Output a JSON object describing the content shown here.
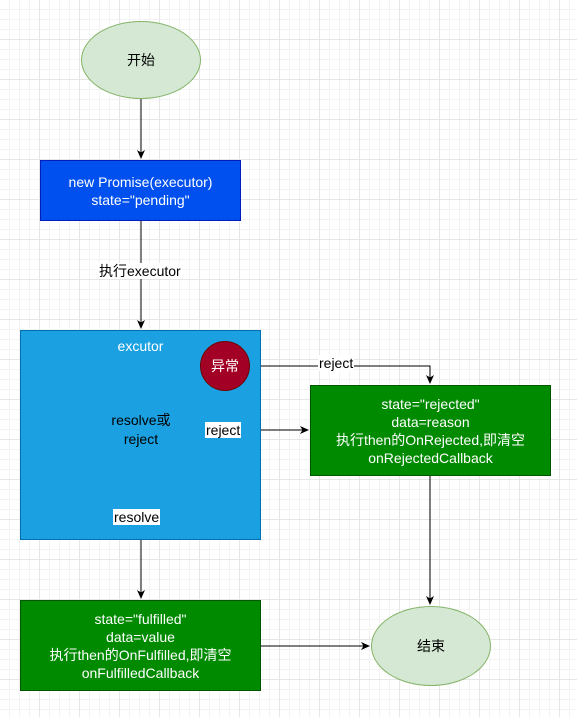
{
  "nodes": {
    "start": "开始",
    "new_promise": {
      "line1": "new Promise(executor)",
      "line2": "state=\"pending\""
    },
    "excutor_container": "excutor",
    "exception": "异常",
    "decision": {
      "line1": "resolve或",
      "line2": "reject"
    },
    "rejected_state": {
      "line1": "state=\"rejected\"",
      "line2": "data=reason",
      "line3": "执行then的OnRejected,即清空",
      "line4": "onRejectedCallback"
    },
    "fulfilled_state": {
      "line1": "state=\"fulfilled\"",
      "line2": "data=value",
      "line3": "执行then的OnFulfilled,即清空",
      "line4": "onFulfilledCallback"
    },
    "end": "结束"
  },
  "edges": {
    "run_executor": "执行executor",
    "exception_reject": "reject",
    "decision_reject": "reject",
    "decision_resolve": "resolve"
  },
  "colors": {
    "ellipse_fill": "#d5e8d4",
    "ellipse_stroke": "#82b366",
    "blue_fill": "#0050ef",
    "container_fill": "#1ba1e2",
    "diamond_fill": "#fff2cc",
    "diamond_stroke": "#d6b656",
    "green_fill": "#008a00",
    "red_fill": "#a20025"
  }
}
